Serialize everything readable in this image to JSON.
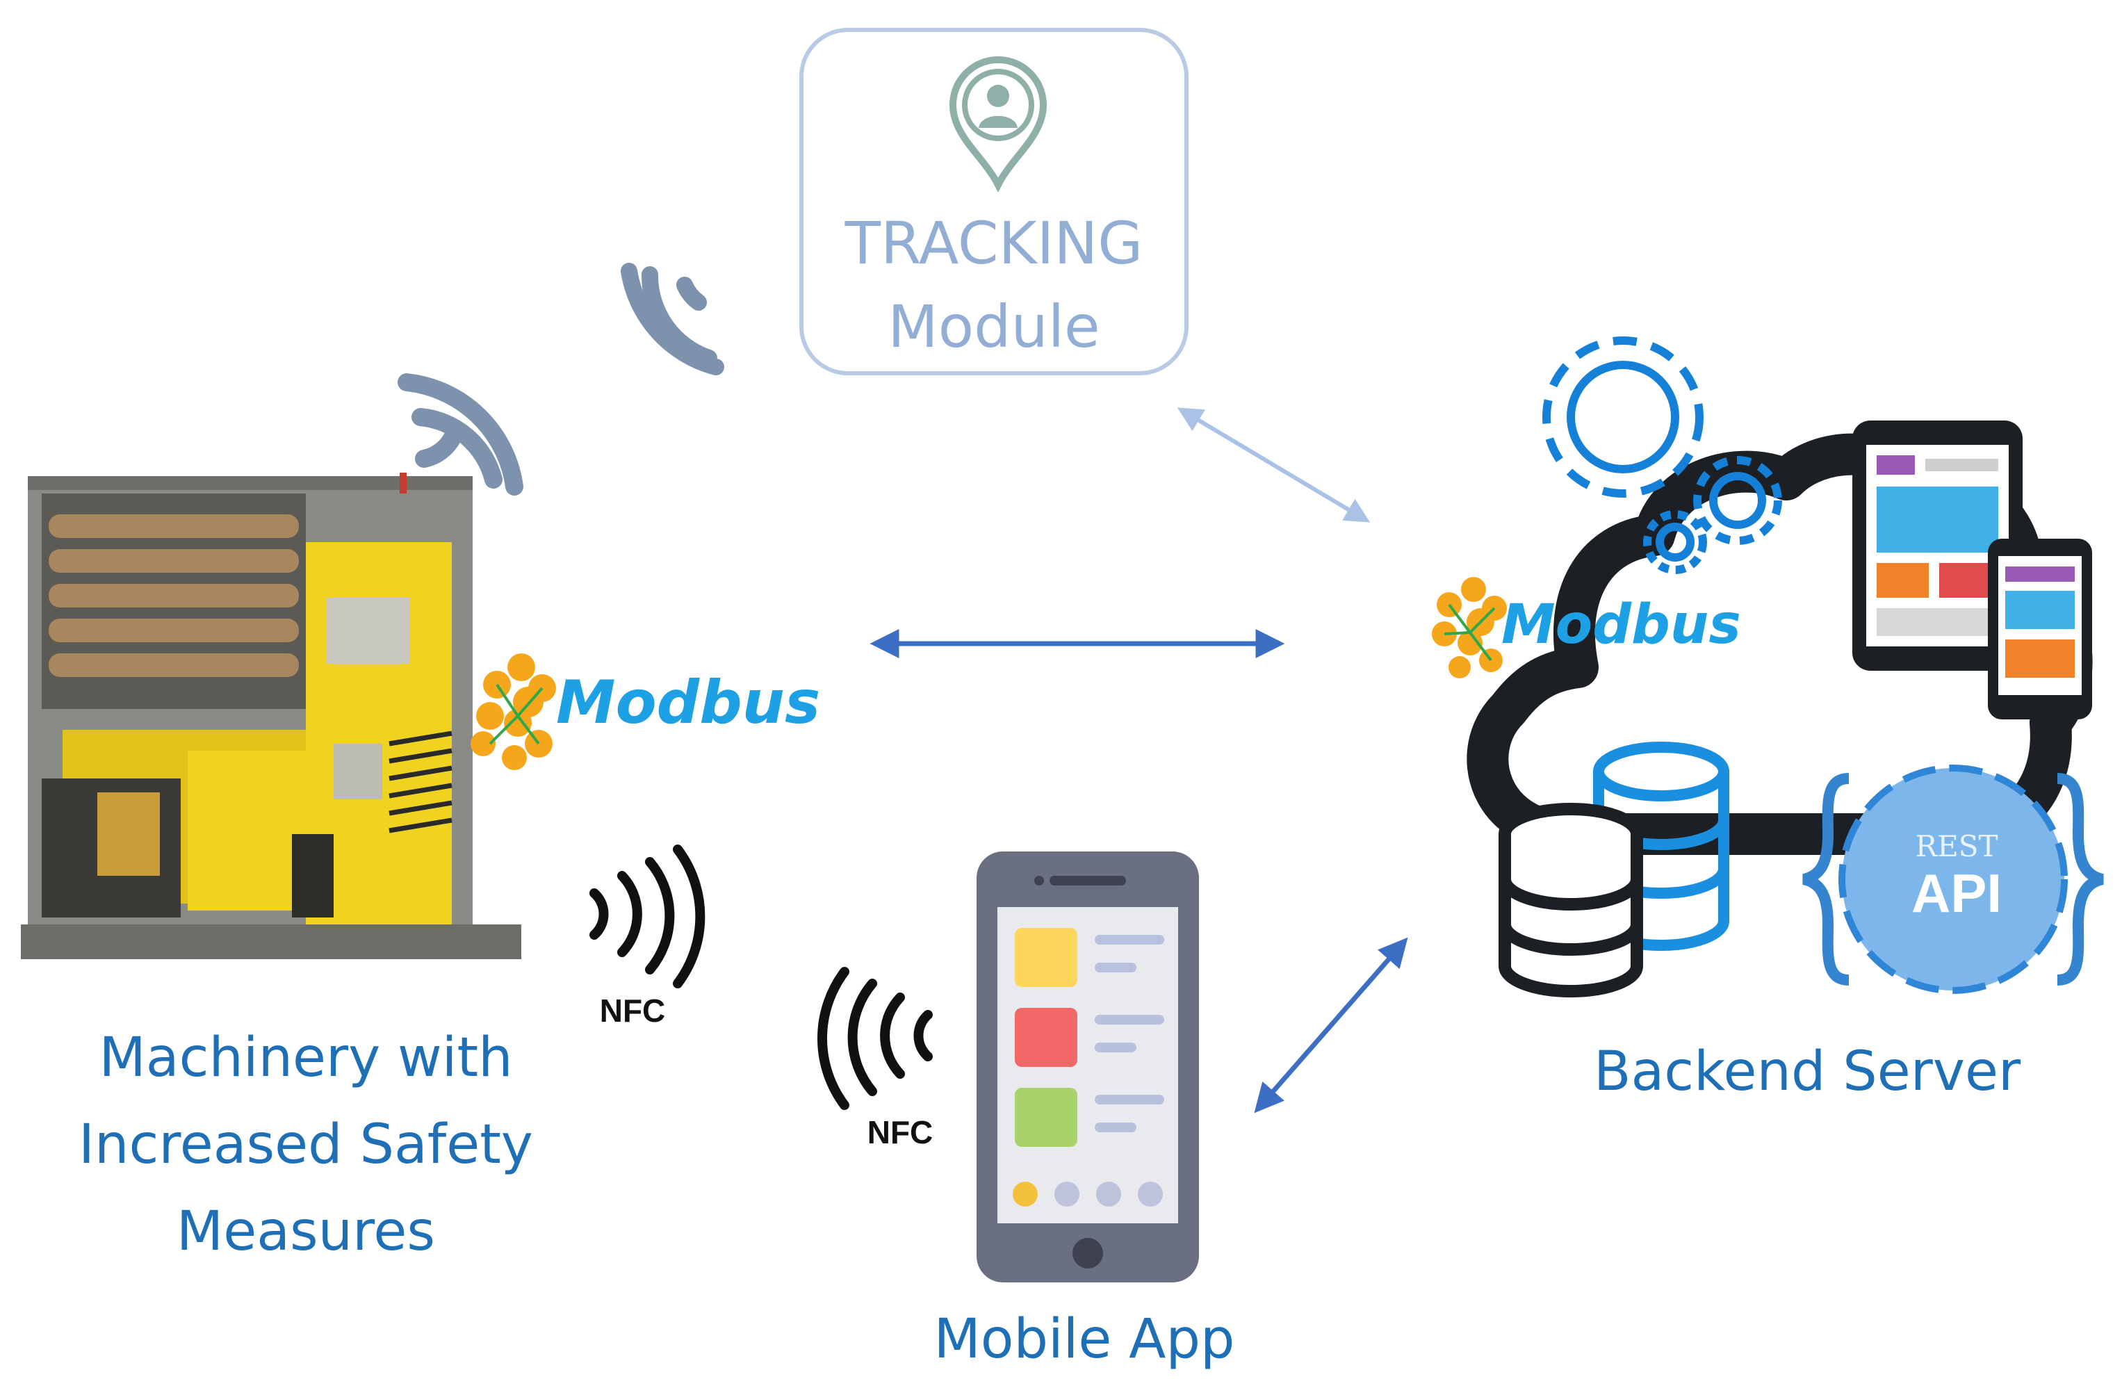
{
  "tracking": {
    "line1": "TRACKING",
    "line2": "Module"
  },
  "labels": {
    "machinery_l1": "Machinery with",
    "machinery_l2": "Increased Safety",
    "machinery_l3": "Measures",
    "backend": "Backend Server",
    "mobile": "Mobile App"
  },
  "protocols": {
    "modbus_left": "Modbus",
    "modbus_right": "Modbus"
  },
  "nfc": {
    "machine": "NFC",
    "phone": "NFC"
  },
  "api": {
    "rest": "REST",
    "api": "API"
  },
  "colors": {
    "label_blue": "#1f6fb7",
    "arrow_blue": "#3c6fc4",
    "arrow_light": "#a9c2e6",
    "modbus_blue": "#1da1e4",
    "machine_yellow": "#f0d320",
    "cloud_dark": "#1c1f24",
    "gear_blue": "#1580d8",
    "wifi_gray": "#7d92ad"
  }
}
